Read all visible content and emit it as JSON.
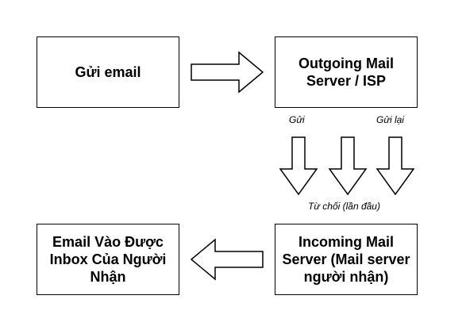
{
  "nodes": {
    "send_email": "Gửi email",
    "outgoing_server": [
      "Outgoing Mail",
      "Server / ISP"
    ],
    "incoming_server": [
      "Incoming Mail",
      "Server (Mail server",
      "người nhận)"
    ],
    "inbox": [
      "Email Vào Được",
      "Inbox Của Người",
      "Nhận"
    ]
  },
  "edge_labels": {
    "send": "Gửi",
    "resend": "Gửi lại",
    "reject": "Từ chối (lần đầu)"
  },
  "colors": {
    "stroke": "#000000",
    "fill": "#ffffff",
    "text": "#000000"
  }
}
